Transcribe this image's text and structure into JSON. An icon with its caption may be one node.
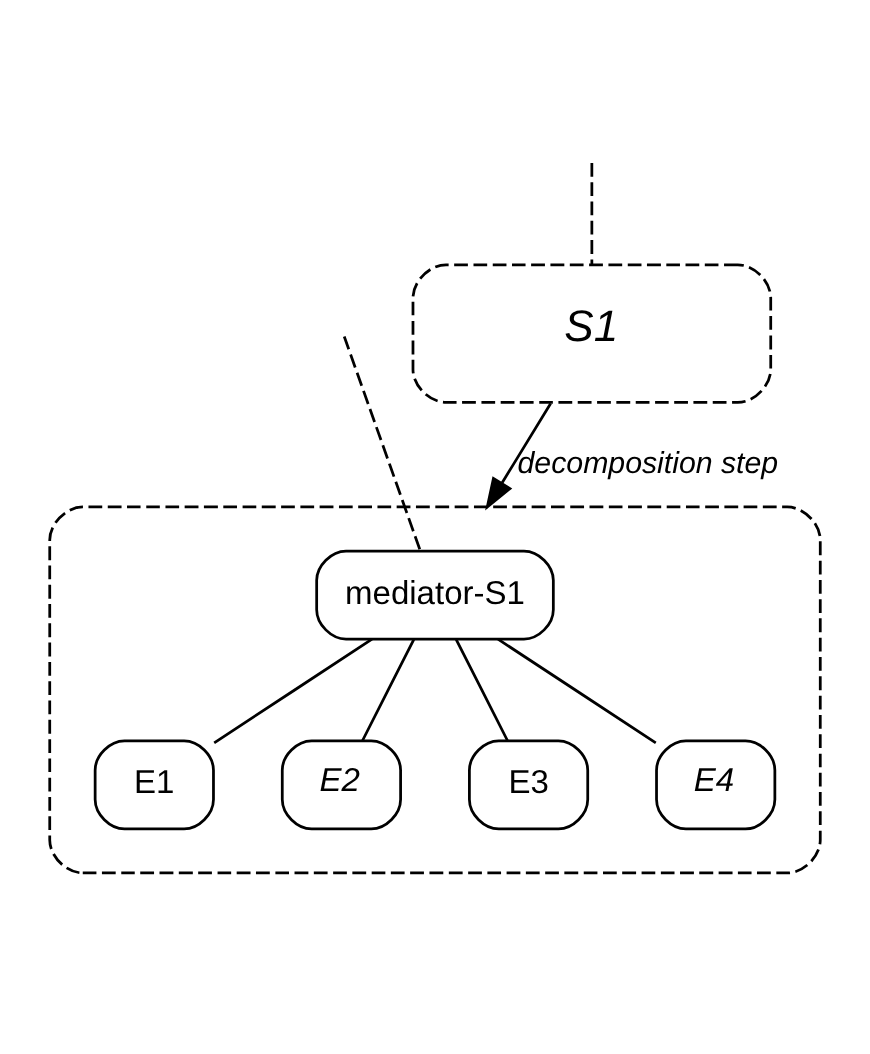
{
  "diagram": {
    "nodes": [
      {
        "text": [
          "S1"
        ]
      },
      {
        "text": [],
        "shape": "box"
      },
      {
        "text": [
          "mediator-S1"
        ],
        "in": 1
      },
      {
        "text": [
          "E1"
        ],
        "in": 1
      },
      {
        "text": [
          "E2"
        ],
        "in": 1
      },
      {
        "text": [
          "E3"
        ],
        "in": 1
      },
      {
        "text": [
          "E4"
        ],
        "in": 1
      }
    ],
    "edges": [
      {
        "from": null,
        "to": 0,
        "arrow": "none",
        "style": "dashed"
      },
      {
        "from": 0,
        "to": 1,
        "arrow": "to",
        "label": "decomposition step"
      },
      {
        "from": null,
        "to": 2,
        "arrow": "none",
        "style": "dashed"
      },
      {
        "from": 2,
        "to": 3,
        "arrow": "none"
      },
      {
        "from": 2,
        "to": 4,
        "arrow": "none"
      },
      {
        "from": 2,
        "to": 5,
        "arrow": "none"
      },
      {
        "from": 2,
        "to": 6,
        "arrow": "none"
      }
    ]
  }
}
